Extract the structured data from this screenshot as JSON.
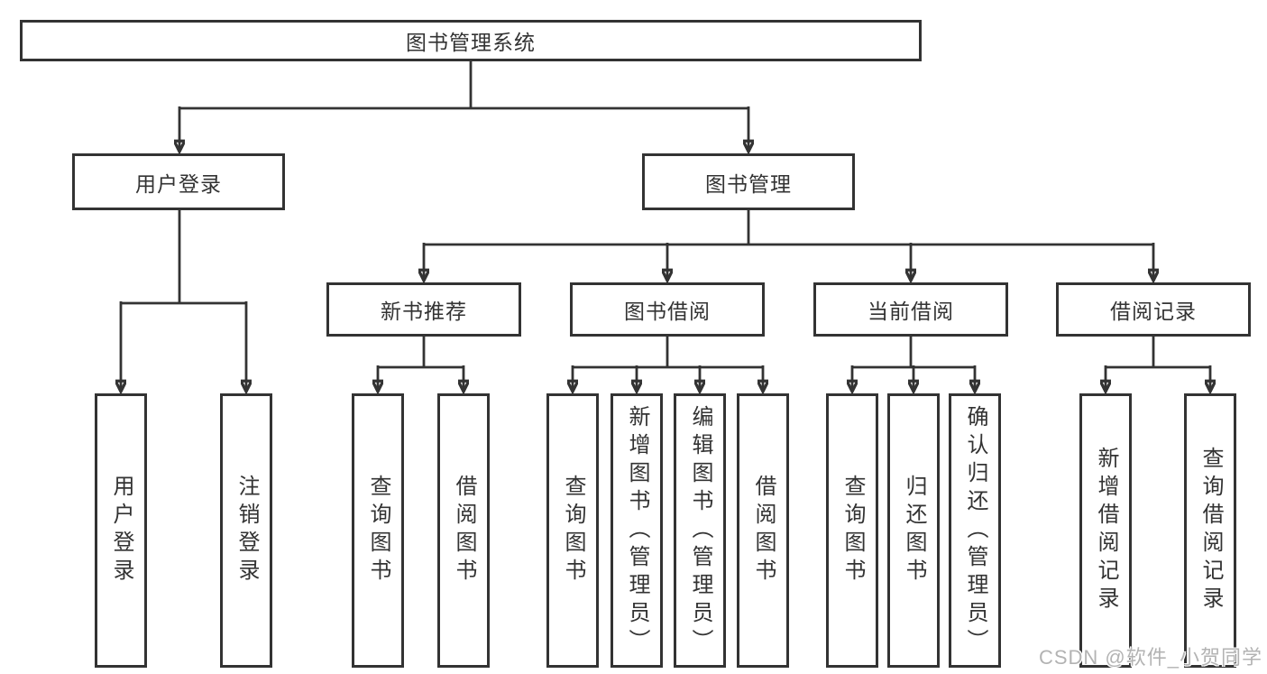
{
  "diagram_title": "图书管理系统",
  "nodes": {
    "root": "图书管理系统",
    "user_login": "用户登录",
    "book_management": "图书管理",
    "new_book_recommend": "新书推荐",
    "book_borrowing": "图书借阅",
    "current_borrowing": "当前借阅",
    "borrowing_records": "借阅记录",
    "login": "用户登录",
    "logout": "注销登录",
    "rec_query_books": "查询图书",
    "rec_borrow_books": "借阅图书",
    "bor_query_books": "查询图书",
    "bor_add_books": "新增图书（管理员）",
    "bor_edit_books": "编辑图书（管理员）",
    "bor_borrow_books": "借阅图书",
    "cur_query_books": "查询图书",
    "cur_return_books": "归还图书",
    "cur_confirm_return": "确认归还（管理员）",
    "log_add_record": "新增借阅记录",
    "log_query_record": "查询借阅记录"
  },
  "hierarchy": {
    "图书管理系统": {
      "用户登录": [
        "用户登录",
        "注销登录"
      ],
      "图书管理": {
        "新书推荐": [
          "查询图书",
          "借阅图书"
        ],
        "图书借阅": [
          "查询图书",
          "新增图书（管理员）",
          "编辑图书（管理员）",
          "借阅图书"
        ],
        "当前借阅": [
          "查询图书",
          "归还图书",
          "确认归还（管理员）"
        ],
        "借阅记录": [
          "新增借阅记录",
          "查询借阅记录"
        ]
      }
    }
  },
  "watermark": "CSDN @软件_小贺同学",
  "colors": {
    "line": "#333333",
    "box_border": "#333333",
    "text": "#333333",
    "watermark": "#b3b3b3",
    "background": "#ffffff"
  }
}
